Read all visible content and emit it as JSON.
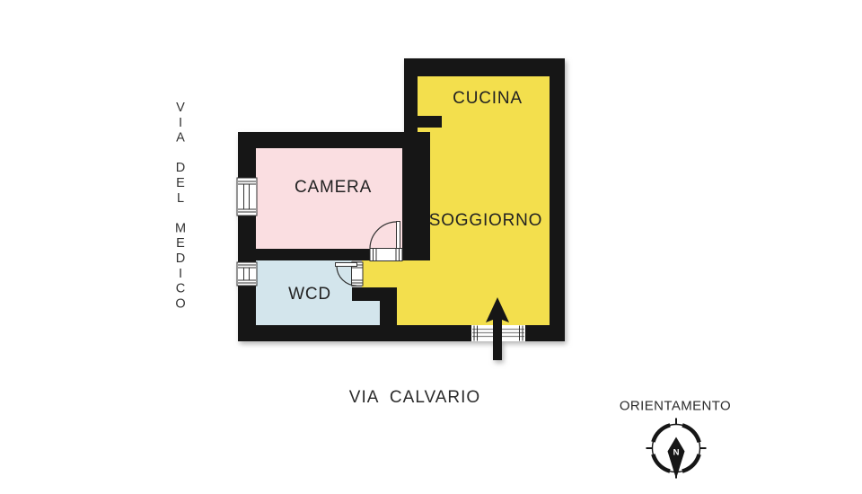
{
  "plan": {
    "rooms": [
      {
        "id": "cucina",
        "label": "CUCINA"
      },
      {
        "id": "soggiorno",
        "label": "SOGGIORNO"
      },
      {
        "id": "camera",
        "label": "CAMERA"
      },
      {
        "id": "wcd",
        "label": "WCD"
      }
    ],
    "streets": {
      "left_vertical": "VIA DEL MEDICO",
      "bottom": "VIA  CALVARIO"
    },
    "compass": {
      "title": "ORIENTAMENTO",
      "north": "N"
    },
    "colors": {
      "wall": "#161616",
      "room_kitchen_living": "#F3DF4E",
      "room_bedroom": "#FADEE1",
      "room_bathroom": "#D3E5EC",
      "background": "#FFFFFF",
      "label_text": "#222222"
    }
  }
}
